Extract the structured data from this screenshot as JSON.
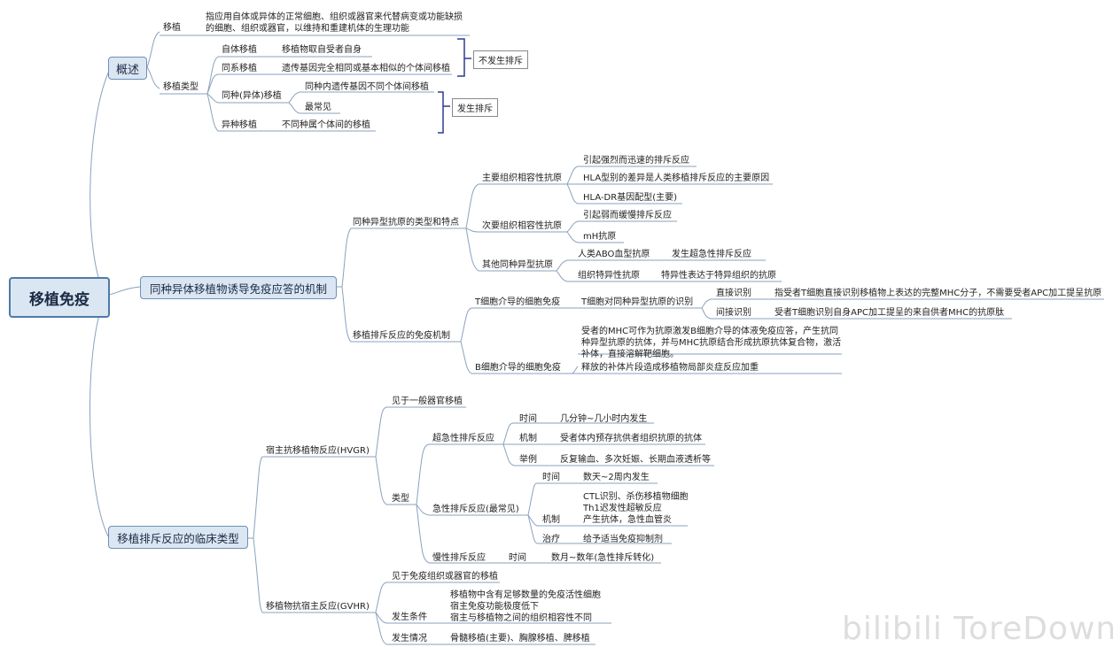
{
  "root": "移植免疫",
  "s1": {
    "title": "概述",
    "def_label": "移植",
    "def_text": "指应用自体或异体的正常细胞、组织或器官来代替病变或功能缺损\n的细胞、组织或器官，以维持和重建机体的生理功能",
    "types_label": "移植类型",
    "t1_label": "自体移植",
    "t1_text": "移植物取自受者自身",
    "t2_label": "同系移植",
    "t2_text": "遗传基因完全相同或基本相似的个体间移植",
    "t3_label": "同种(异体)移植",
    "t3_a": "同种内遗传基因不同个体间移植",
    "t3_b": "最常见",
    "t4_label": "异种移植",
    "t4_text": "不同种属个体间的移植",
    "no_reject": "不发生排斥",
    "reject": "发生排斥"
  },
  "s2": {
    "title": "同种异体移植物诱导免疫应答的机制",
    "a_label": "同种异型抗原的类型和特点",
    "major_label": "主要组织相容性抗原",
    "major_1": "引起强烈而迅速的排斥反应",
    "major_2": "HLA型别的差异是人类移植排斥反应的主要原因",
    "major_3": "HLA-DR基因配型(主要)",
    "minor_label": "次要组织相容性抗原",
    "minor_1": "引起弱而缓慢排斥反应",
    "minor_2": "mH抗原",
    "other_label": "其他同种异型抗原",
    "other_1": "人类ABO血型抗原",
    "other_1a": "发生超急性排斥反应",
    "other_2": "组织特异性抗原",
    "other_2a": "特异性表达于特异组织的抗原",
    "b_label": "移植排斥反应的免疫机制",
    "t_label": "T细胞介导的细胞免疫",
    "t_rec": "T细胞对同种异型抗原的识别",
    "direct": "直接识别",
    "direct_text": "指受者T细胞直接识别移植物上表达的完整MHC分子，不需要受者APC加工提呈抗原",
    "indirect": "间接识别",
    "indirect_text": "受者T细胞识别自身APC加工提呈的来自供者MHC的抗原肽",
    "bcell_label": "B细胞介导的细胞免疫",
    "bcell_text": "受者的MHC可作为抗原激发B细胞介导的体液免疫应答，产生抗同\n种异型抗原的抗体，并与MHC抗原结合形成抗原抗体复合物，激活\n补体，直接溶解靶细胞。",
    "bcell_text2": "释放的补体片段造成移植物局部炎症反应加重"
  },
  "s3": {
    "title": "移植排斥反应的临床类型",
    "hvgr": "宿主抗移植物反应(HVGR)",
    "hvgr_seen": "见于一般器官移植",
    "types": "类型",
    "hyper": "超急性排斥反应",
    "time": "时间",
    "hyper_time": "几分钟~几小时内发生",
    "mech": "机制",
    "hyper_mech": "受者体内预存抗供者组织抗原的抗体",
    "example": "举例",
    "hyper_ex": "反复输血、多次妊娠、长期血液透析等",
    "acute": "急性排斥反应(最常见)",
    "acute_time": "数天~2周内发生",
    "acute_mech": "CTL识别、杀伤移植物细胞\nTh1迟发性超敏反应\n产生抗体，急性血管炎",
    "treat": "治疗",
    "acute_treat": "给予适当免疫抑制剂",
    "chronic": "慢性排斥反应",
    "chronic_time": "数月~数年(急性排斥转化)",
    "gvhr": "移植物抗宿主反应(GVHR)",
    "gvhr_seen": "见于免疫组织或器官的移植",
    "cond": "发生条件",
    "cond_text": "移植物中含有足够数量的免疫活性细胞\n宿主免疫功能极度低下\n宿主与移植物之间的组织相容性不同",
    "occur": "发生情况",
    "occur_text": "骨髓移植(主要)、胸腺移植、脾移植"
  },
  "watermark": "bilibili ToreDown"
}
